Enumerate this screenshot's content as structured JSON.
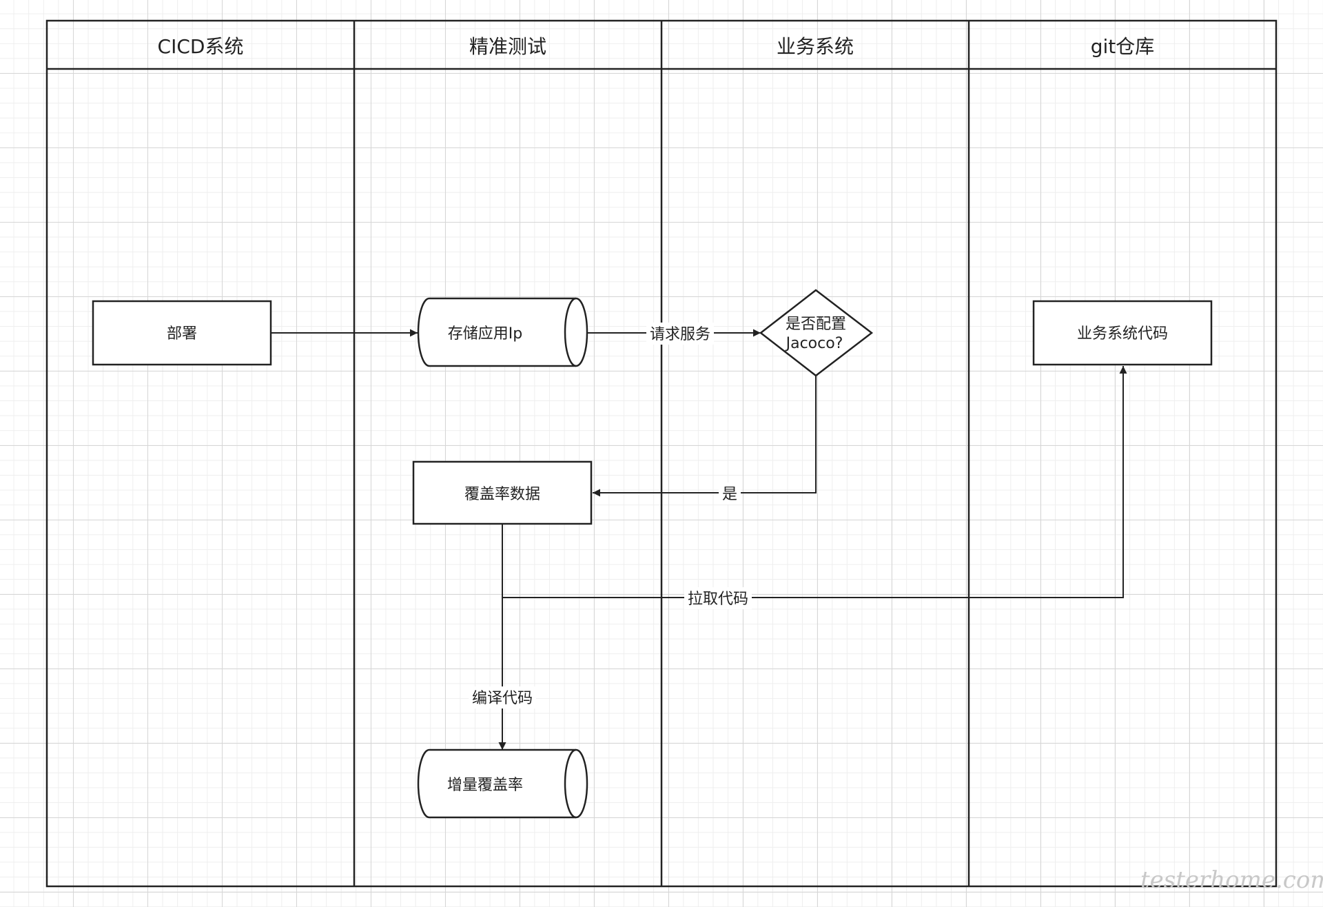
{
  "lanes": [
    "CICD系统",
    "精准测试",
    "业务系统",
    "git仓库"
  ],
  "nodes": {
    "deploy": "部署",
    "store_ip": "存储应用Ip",
    "decision_line1": "是否配置",
    "decision_line2": "Jacoco?",
    "coverage_data": "覆盖率数据",
    "business_code": "业务系统代码",
    "incremental_coverage": "增量覆盖率"
  },
  "edges": {
    "request_service": "请求服务",
    "yes": "是",
    "pull_code": "拉取代码",
    "compile_code": "编译代码"
  },
  "watermark": "testerhome.com"
}
